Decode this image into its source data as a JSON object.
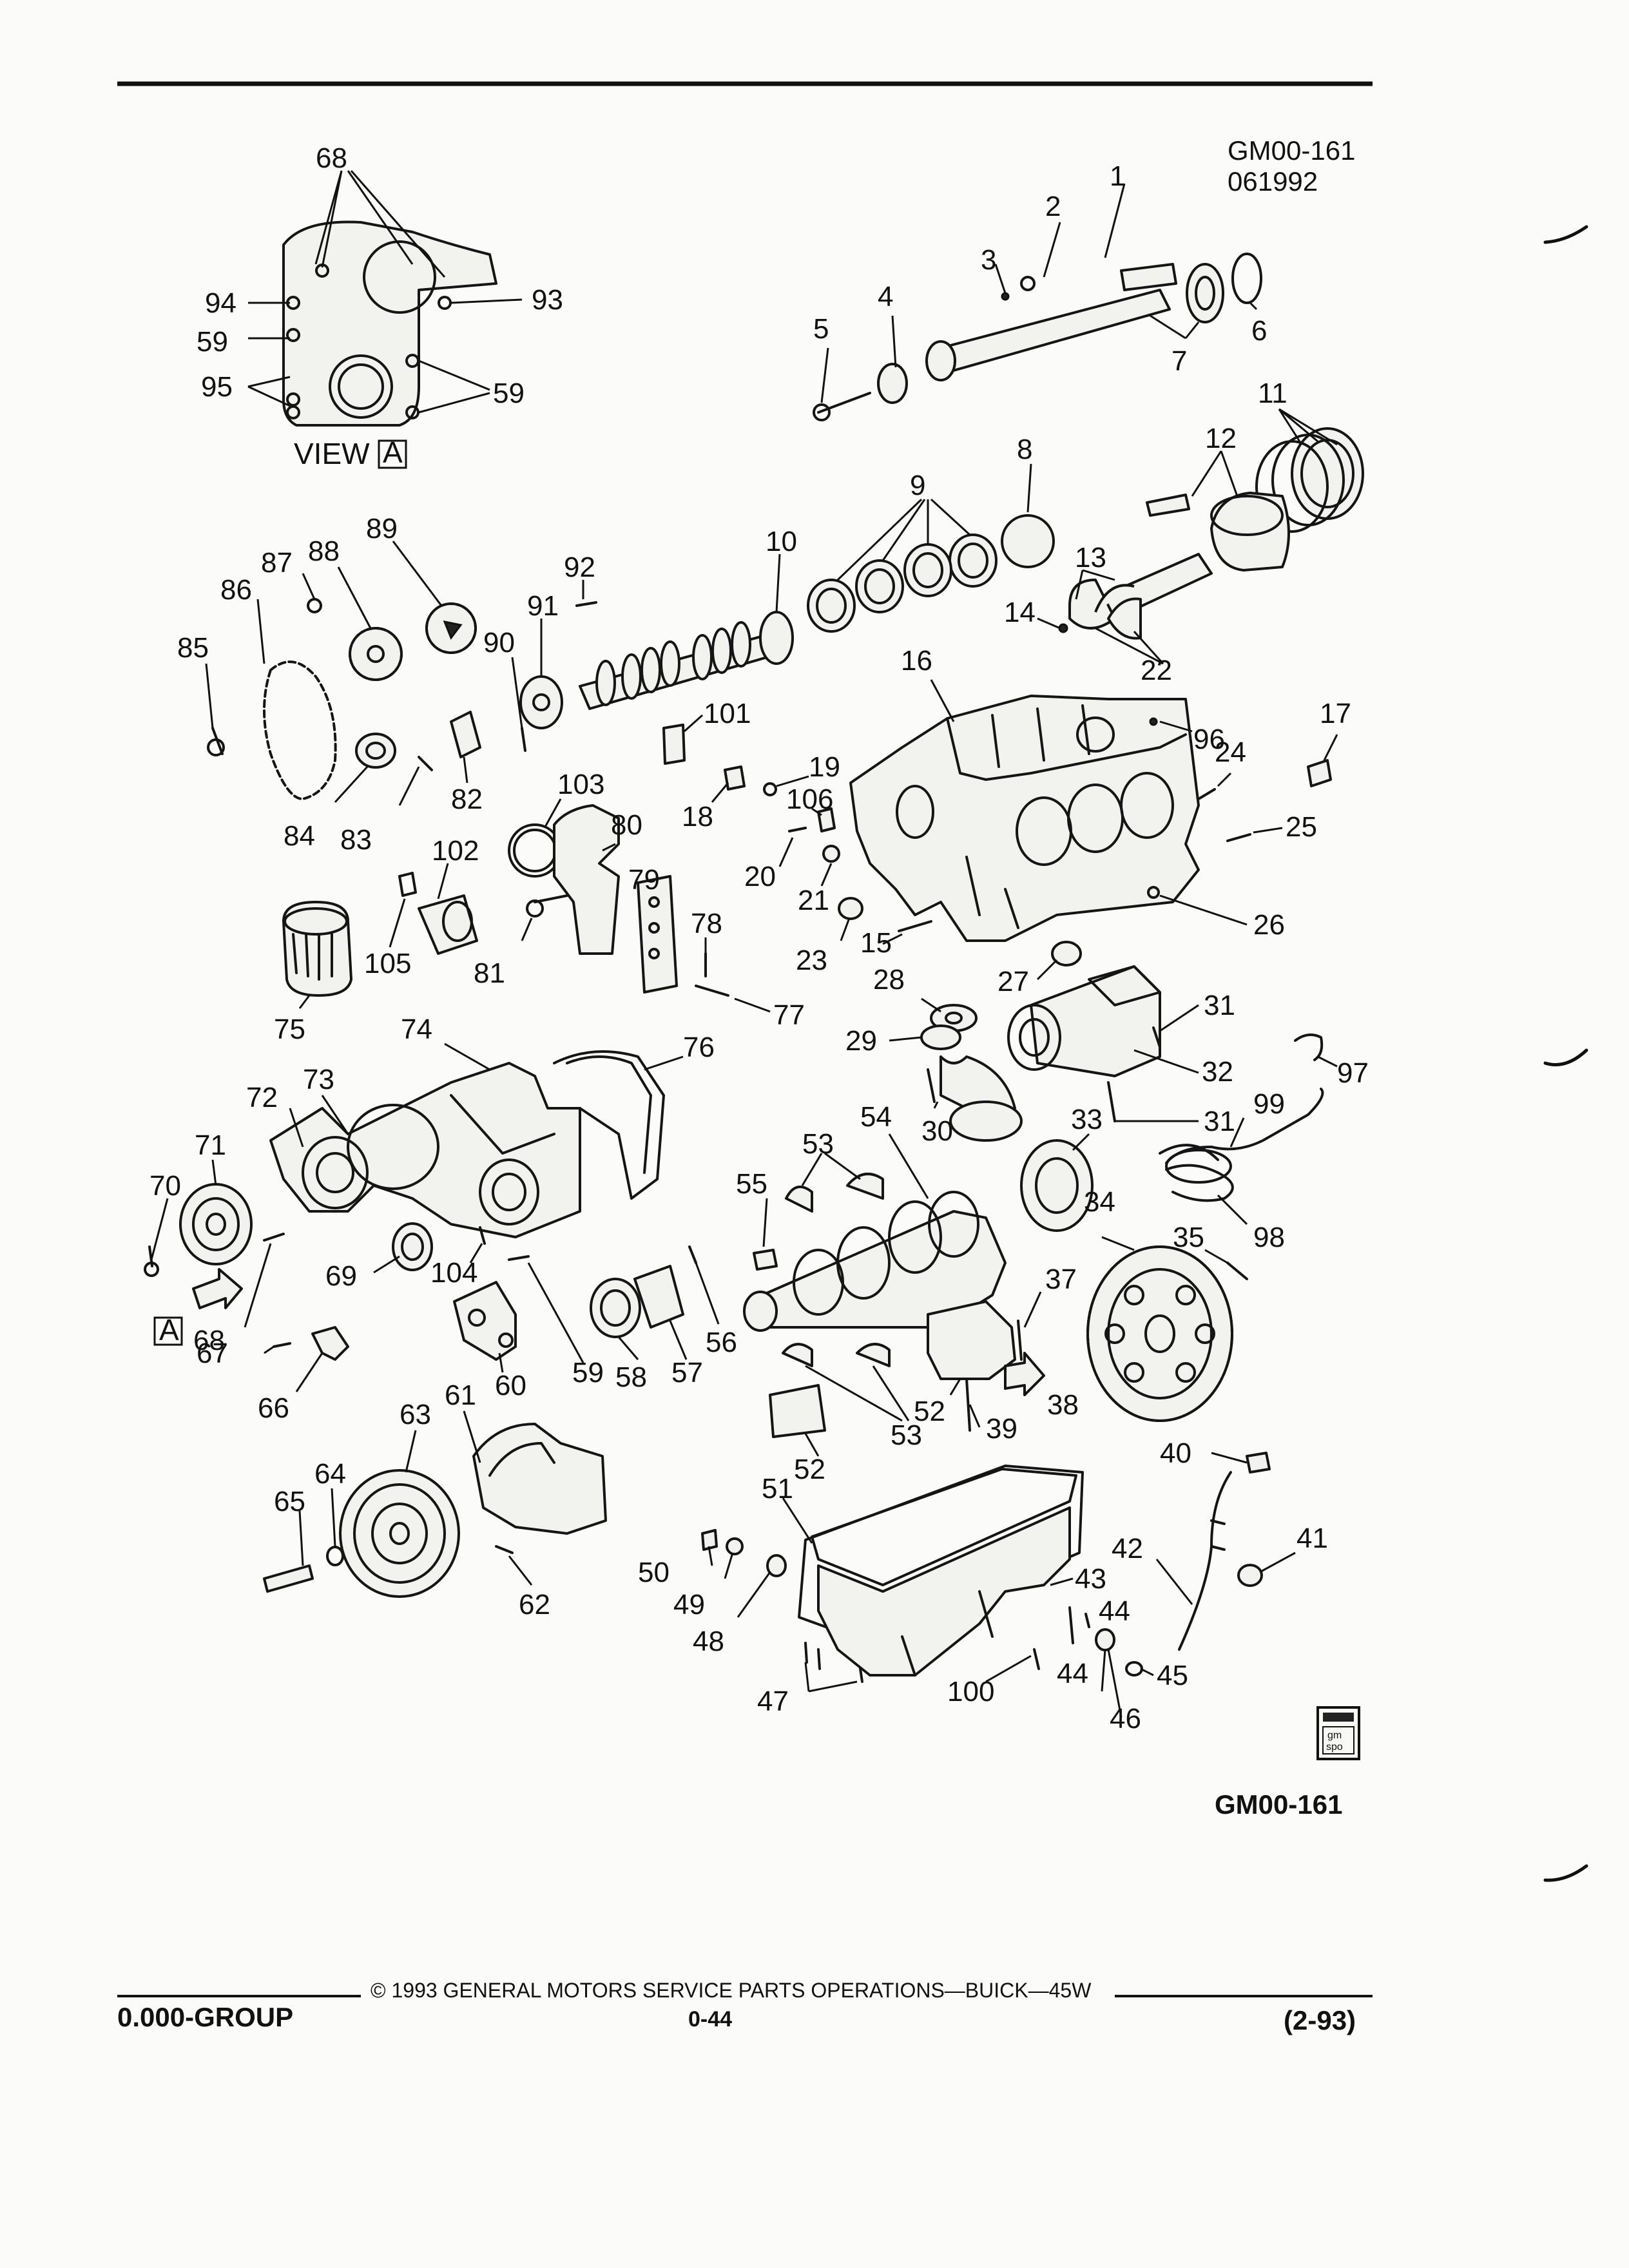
{
  "header": {
    "code": "GM00-161",
    "date_code": "061992"
  },
  "view": {
    "label": "VIEW",
    "letter": "A"
  },
  "inset_marker": {
    "letter": "A"
  },
  "callouts": [
    "1",
    "2",
    "3",
    "4",
    "5",
    "6",
    "7",
    "8",
    "9",
    "10",
    "11",
    "12",
    "13",
    "14",
    "15",
    "16",
    "17",
    "18",
    "19",
    "20",
    "21",
    "22",
    "23",
    "24",
    "25",
    "26",
    "27",
    "28",
    "29",
    "30",
    "31",
    "32",
    "33",
    "34",
    "35",
    "37",
    "38",
    "39",
    "40",
    "41",
    "42",
    "43",
    "44",
    "45",
    "46",
    "47",
    "48",
    "49",
    "50",
    "51",
    "52",
    "53",
    "54",
    "55",
    "56",
    "57",
    "58",
    "59",
    "60",
    "61",
    "62",
    "63",
    "64",
    "65",
    "66",
    "67",
    "68",
    "69",
    "70",
    "71",
    "72",
    "73",
    "74",
    "75",
    "76",
    "77",
    "78",
    "79",
    "80",
    "81",
    "82",
    "83",
    "84",
    "85",
    "86",
    "87",
    "88",
    "89",
    "90",
    "91",
    "92",
    "93",
    "94",
    "95",
    "96",
    "97",
    "98",
    "99",
    "100",
    "101",
    "102",
    "103",
    "104",
    "105",
    "106"
  ],
  "logo": {
    "text": "gm spo",
    "line1": "gm",
    "line2": "spo"
  },
  "figure_code": "GM00-161",
  "footer": {
    "group": "0.000-GROUP",
    "copyright": "© 1993 GENERAL MOTORS SERVICE PARTS OPERATIONS—BUICK—45W",
    "page": "0-44",
    "revision": "(2-93)"
  }
}
